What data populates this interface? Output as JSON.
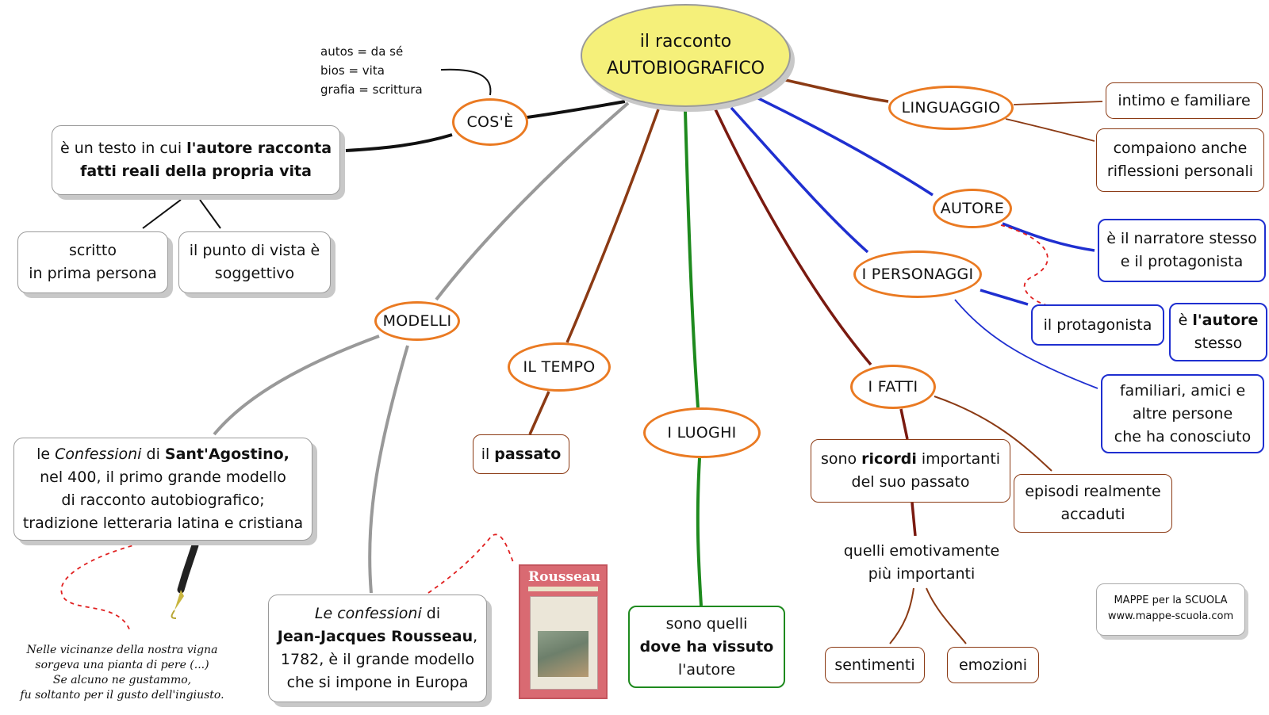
{
  "root": {
    "line1": "il racconto",
    "line2": "AUTOBIOGRAFICO"
  },
  "etymology": {
    "l1": "autos = da sé",
    "l2": "bios = vita",
    "l3": "grafia = scrittura"
  },
  "cose": {
    "label": "COS'È",
    "def": {
      "pre": "è un testo in cui ",
      "b1": "l'autore racconta",
      "b2": "fatti reali della propria vita"
    },
    "first_person": {
      "l1": "scritto",
      "l2": "in prima persona"
    },
    "viewpoint": {
      "l1": "il punto di vista è",
      "l2": "soggettivo"
    }
  },
  "modelli": {
    "label": "MODELLI",
    "agostino": {
      "t1": "le ",
      "t2": "Confessioni",
      "t3": " di ",
      "t4": "Sant'Agostino,",
      "l2": "nel 400, il primo grande modello",
      "l3": "di racconto autobiografico;",
      "l4": "tradizione letteraria latina e cristiana"
    },
    "rousseau": {
      "t1": "Le confessioni",
      "t2": " di",
      "l2a": "Jean-Jacques Rousseau",
      "l2b": ",",
      "l3": "1782, è il grande modello",
      "l4": "che si impone in Europa"
    },
    "quote": {
      "l1": "Nelle vicinanze della nostra vigna",
      "l2": "sorgeva una pianta di pere (...)",
      "l3": "Se alcuno ne gustammo,",
      "l4": "fu soltanto per il gusto dell'ingiusto."
    },
    "book_title": "Rousseau"
  },
  "tempo": {
    "label": "IL TEMPO",
    "v_pre": "il ",
    "v_b": "passato"
  },
  "luoghi": {
    "label": "I LUOGHI",
    "l1": "sono quelli",
    "l2": "dove ha vissuto",
    "l3": "l'autore"
  },
  "fatti": {
    "label": "I FATTI",
    "ricordi": {
      "pre": "sono ",
      "b": "ricordi",
      "post": " importanti",
      "l2": "del suo passato"
    },
    "episodi": {
      "l1": "episodi realmente",
      "l2": "accaduti"
    },
    "emotivi": {
      "l1": "quelli emotivamente",
      "l2": "più importanti"
    },
    "sentimenti": "sentimenti",
    "emozioni": "emozioni"
  },
  "personaggi": {
    "label": "I PERSONAGGI",
    "protagonista": "il protagonista",
    "autore_stesso": {
      "pre": "è ",
      "b": "l'autore",
      "l2": "stesso"
    },
    "altri": {
      "l1": "familiari, amici e",
      "l2": "altre persone",
      "l3": "che ha conosciuto"
    }
  },
  "autore": {
    "label": "AUTORE",
    "l1": "è il narratore stesso",
    "l2": "e il protagonista"
  },
  "linguaggio": {
    "label": "LINGUAGGIO",
    "intimo": "intimo e familiare",
    "rifl": {
      "l1": "compaiono anche",
      "l2": "riflessioni personali"
    }
  },
  "credit": {
    "l1": "MAPPE per la SCUOLA",
    "l2": "www.mappe-scuola.com"
  },
  "colors": {
    "oval_border": "#ea7a22",
    "root_fill": "#f5f07a",
    "brown": "#8b3a14",
    "blue": "#1f2fd0",
    "green": "#1e8a1e",
    "grey": "#9a9a9a",
    "dashed": "#e02020"
  }
}
